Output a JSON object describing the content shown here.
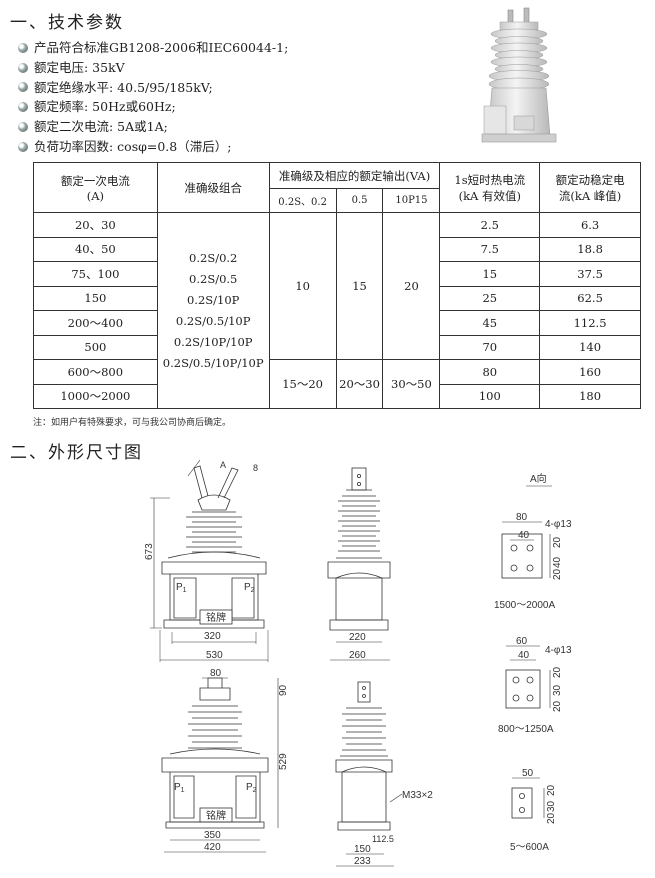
{
  "section1_title": "一、技术参数",
  "params": [
    "产品符合标准GB1208-2006和IEC60044-1;",
    "额定电压: 35kV",
    "额定绝缘水平: 40.5/95/185kV;",
    "额定频率: 50Hz或60Hz;",
    "额定二次电流: 5A或1A;",
    "负荷功率因数: cosφ=0.8（滞后）;"
  ],
  "table": {
    "h_primary": "额定一次电流",
    "h_primary_unit": "(A)",
    "h_combo": "准确级组合",
    "h_output": "准确级及相应的额定输出(VA)",
    "h_sub": [
      "0.2S、0.2",
      "0.5",
      "10P15"
    ],
    "h_short": "1s短时热电流",
    "h_short_unit": "(kA 有效值)",
    "h_dyn": "额定动稳定电",
    "h_dyn_unit": "流(kA 峰值)",
    "primary": [
      "20、30",
      "40、50",
      "75、100",
      "150",
      "200～400",
      "500",
      "600～800",
      "1000～2000"
    ],
    "combos": [
      "0.2S/0.2",
      "0.2S/0.5",
      "0.2S/10P",
      "0.2S/0.5/10P",
      "0.2S/10P/10P",
      "0.2S/0.5/10P/10P"
    ],
    "out_a": [
      "10",
      "15",
      "20"
    ],
    "out_b": [
      "15～20",
      "20～30",
      "30～50"
    ],
    "short": [
      "2.5",
      "7.5",
      "15",
      "25",
      "45",
      "70",
      "80",
      "100"
    ],
    "dyn": [
      "6.3",
      "18.8",
      "37.5",
      "62.5",
      "112.5",
      "140",
      "160",
      "180"
    ]
  },
  "note": "注：如用户有特殊要求，可与我公司协商后确定。",
  "section2_title": "二、外形尺寸图",
  "drawing": {
    "arrow_a": "A",
    "dim_8": "8",
    "dim_673": "673",
    "p1": "P",
    "p1_sub": "1",
    "p2": "P",
    "p2_sub": "2",
    "nameplate": "铭牌",
    "dim_320": "320",
    "dim_530": "530",
    "dim_220": "220",
    "dim_260": "260",
    "a_view": "A向",
    "v1_80": "80",
    "v1_40": "40",
    "v1_holes": "4-φ13",
    "v1_20a": "20",
    "v1_40v": "40",
    "v1_20b": "20",
    "v1_caption": "1500～2000A",
    "v2_60": "60",
    "v2_40": "40",
    "v2_holes": "4-φ13",
    "v2_20a": "20",
    "v2_30": "30",
    "v2_20b": "20",
    "v2_caption": "800～1250A",
    "v3_50": "50",
    "v3_20a": "20",
    "v3_30": "30",
    "v3_20b": "20",
    "v3_caption": "5～600A",
    "b_80": "80",
    "b_90": "90",
    "b_529": "529",
    "b_350": "350",
    "b_420": "420",
    "b_m33": "M33×2",
    "b_112": "112.5",
    "b_150": "150",
    "b_233": "233"
  }
}
